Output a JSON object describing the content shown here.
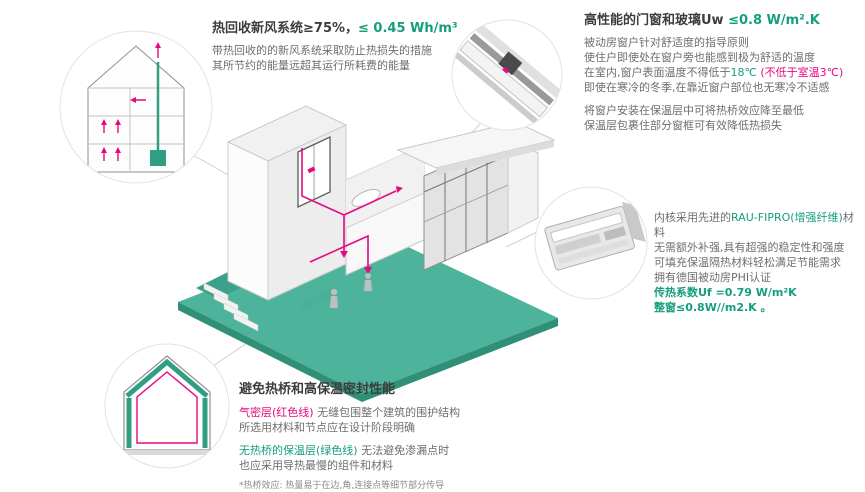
{
  "colors": {
    "accent_green": "#159e7d",
    "accent_pink": "#e5097f",
    "ground_teal": "#4db39b",
    "ground_teal_dark": "#2f8f77",
    "text_dark": "#3d3d3d",
    "text_gray": "#6e6e6e"
  },
  "ventilation_section": {
    "title_black": "热回收新风系统≥75%，",
    "title_green": "≤ 0.45 Wh/m³",
    "line1": "带热回收的的新风系统采取防止热损失的措施",
    "line2": "其所节约的能量远超其运行所耗费的能量"
  },
  "windows_section": {
    "title_black": "高性能的门窗和玻璃Uw ",
    "title_green": "≤0.8 W/m².K",
    "p1_l1": "被动房窗户针对舒适度的指导原则",
    "p1_l2": "使住户即使处在窗户旁也能感到极为舒适的温度",
    "p1_l3a": "在室内,窗户表面温度不得低于",
    "p1_l3b": "18℃",
    "p1_l3c": " (不低于室温3℃)",
    "p1_l4": "即使在寒冷的冬季,在靠近窗户部位也无寒冷不适感",
    "p2_l1": "将窗户安装在保温层中可将热桥效应降至最低",
    "p2_l2": "保温层包裹住部分窗框可有效降低热损失"
  },
  "profile_section": {
    "l1a": "内核采用先进的",
    "l1b": "RAU-FIPRO(增强纤维)",
    "l1c": "材料",
    "l2": "无需额外补强,具有超强的稳定性和强度",
    "l3": "可填充保温隔热材料轻松满足节能需求",
    "l4": "拥有德国被动房PHI认证",
    "l5": "传热系数Uf =0.79 W/m²K",
    "l6": "整窗≤0.8W//m2.K 。"
  },
  "thermal_section": {
    "title": "避免热桥和高保温密封性能",
    "p1_label": "气密层(红色线)",
    "p1_rest": " 无缝包围整个建筑的围护结构",
    "p1_l2": "所选用材料和节点应在设计阶段明确",
    "p2_label": "无热桥的保温层(绿色线)",
    "p2_rest": " 无法避免渗漏点时",
    "p2_l2": "也应采用导热最慢的组件和材料",
    "footnote": "*热桥效应: 热量易于在边,角,连接点等细节部分传导"
  }
}
